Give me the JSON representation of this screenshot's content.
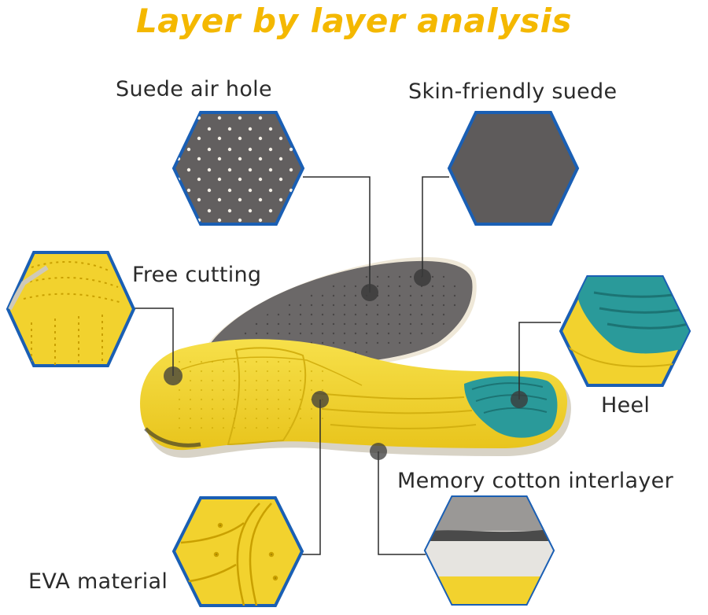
{
  "title": "Layer by layer analysis",
  "labels": {
    "suede_air_hole": "Suede air hole",
    "skin_friendly_suede": "Skin-friendly suede",
    "free_cutting": "Free cutting",
    "heel": "Heel",
    "memory_cotton": "Memory cotton interlayer",
    "eva_material": "EVA material"
  },
  "colors": {
    "title": "#f4b800",
    "hex_border": "#1a5fb4",
    "yellow": "#f2d22e",
    "gray_suede": "#6b6868",
    "teal_gel": "#2a9a9a"
  }
}
